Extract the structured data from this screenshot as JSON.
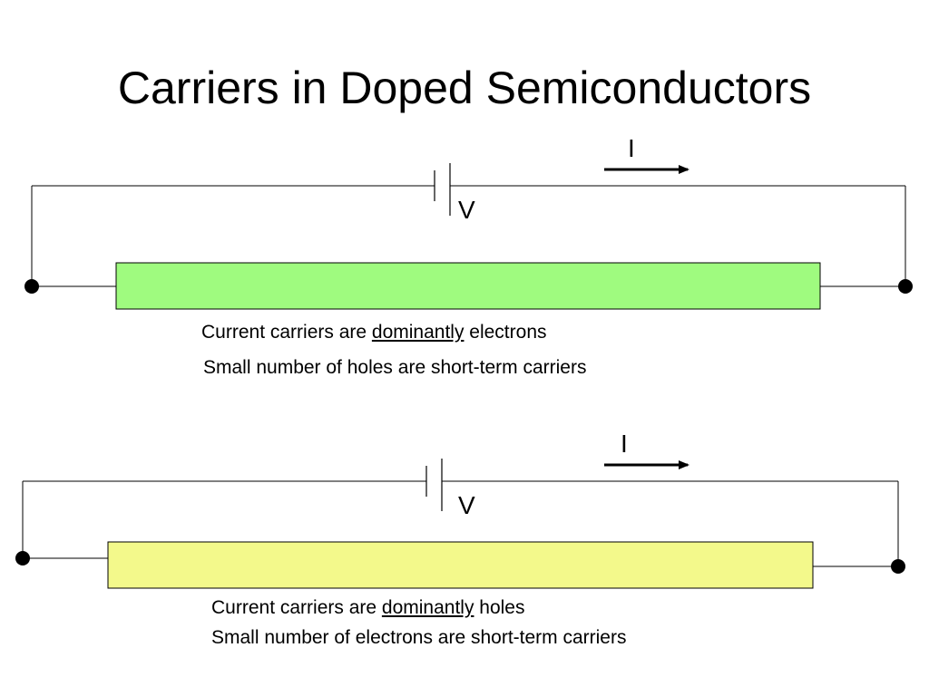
{
  "slide": {
    "title": "Carriers in Doped Semiconductors"
  },
  "circuits": [
    {
      "current_label": "I",
      "voltage_label": "V",
      "bar_color": "#9ffb7f",
      "caption_line1_pre": "Current carriers are ",
      "caption_line1_emph": "dominantly",
      "caption_line1_post": " electrons",
      "caption_line2": "Small number of holes are short-term carriers"
    },
    {
      "current_label": "I",
      "voltage_label": "V",
      "bar_color": "#f3f98b",
      "caption_line1_pre": "Current carriers are ",
      "caption_line1_emph": "dominantly",
      "caption_line1_post": " holes",
      "caption_line2": "Small number of electrons are short-term carriers"
    }
  ]
}
